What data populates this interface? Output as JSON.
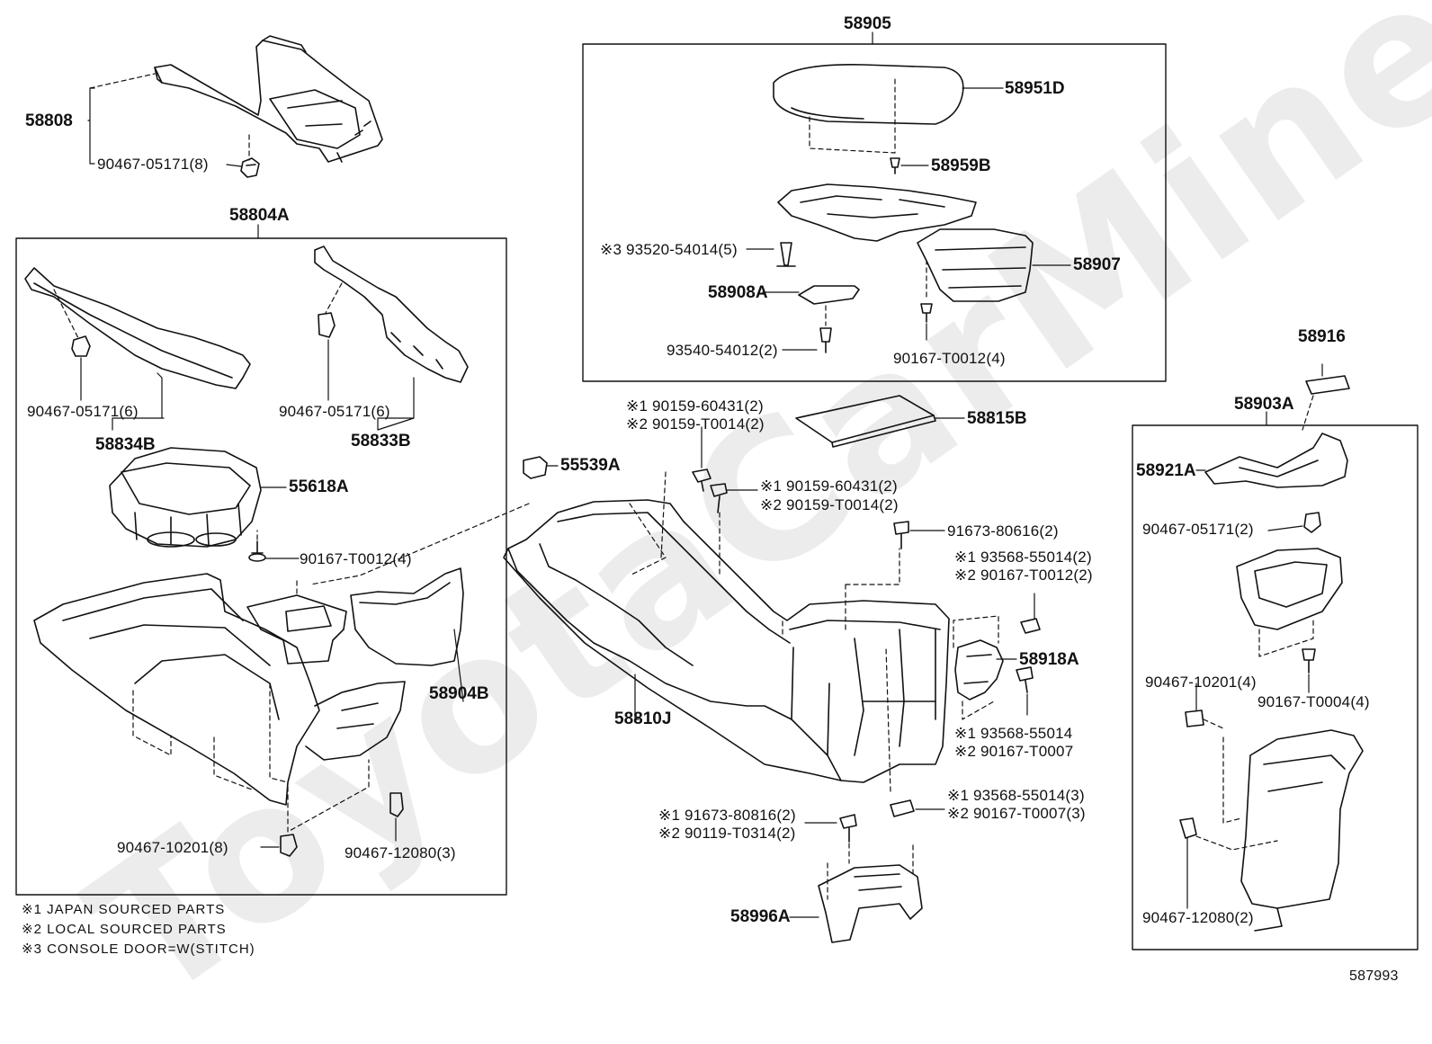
{
  "watermark": "ToyotaCarMine.ru",
  "diagram_id": "587993",
  "notes": [
    "※1 JAPAN SOURCED PARTS",
    "※2 LOCAL SOURCED PARTS",
    "※3 CONSOLE DOOR=W(STITCH)"
  ],
  "labels": {
    "p58808": "58808",
    "p90467_05171_8": "90467-05171(8)",
    "p58804A": "58804A",
    "p90467_05171_6a": "90467-05171(6)",
    "p58834B": "58834B",
    "p90467_05171_6b": "90467-05171(6)",
    "p58833B": "58833B",
    "p55618A": "55618A",
    "p90167_T0012_4a": "90167-T0012(4)",
    "p58904B": "58904B",
    "p90467_10201_8": "90467-10201(8)",
    "p90467_12080_3": "90467-12080(3)",
    "p58905": "58905",
    "p58951D": "58951D",
    "p58959B": "58959B",
    "p93520_54014_5": "※3 93520-54014(5)",
    "p58907": "58907",
    "p58908A": "58908A",
    "p93540_54012_2": "93540-54012(2)",
    "p90167_T0012_4b": "90167-T0012(4)",
    "p58815B": "58815B",
    "p90159_60431_2a": "※1 90159-60431(2)",
    "p90159_T0014_2a": "※2 90159-T0014(2)",
    "p55539A": "55539A",
    "p90159_60431_2b": "※1 90159-60431(2)",
    "p90159_T0014_2b": "※2 90159-T0014(2)",
    "p91673_80616_2": "91673-80616(2)",
    "p93568_55014_2": "※1 93568-55014(2)",
    "p90167_T0012_2": "※2 90167-T0012(2)",
    "p58918A": "58918A",
    "p93568_55014": "※1 93568-55014",
    "p90167_T0007": "※2 90167-T0007",
    "p58810J": "58810J",
    "p93568_55014_3": "※1 93568-55014(3)",
    "p90167_T0007_3": "※2 90167-T0007(3)",
    "p91673_80816_2": "※1 91673-80816(2)",
    "p90119_T0314_2": "※2 90119-T0314(2)",
    "p58996A": "58996A",
    "p58916": "58916",
    "p58903A": "58903A",
    "p58921A": "58921A",
    "p90467_05171_2": "90467-05171(2)",
    "p90467_10201_4": "90467-10201(4)",
    "p90167_T0004_4": "90167-T0004(4)",
    "p90467_12080_2": "90467-12080(2)"
  }
}
